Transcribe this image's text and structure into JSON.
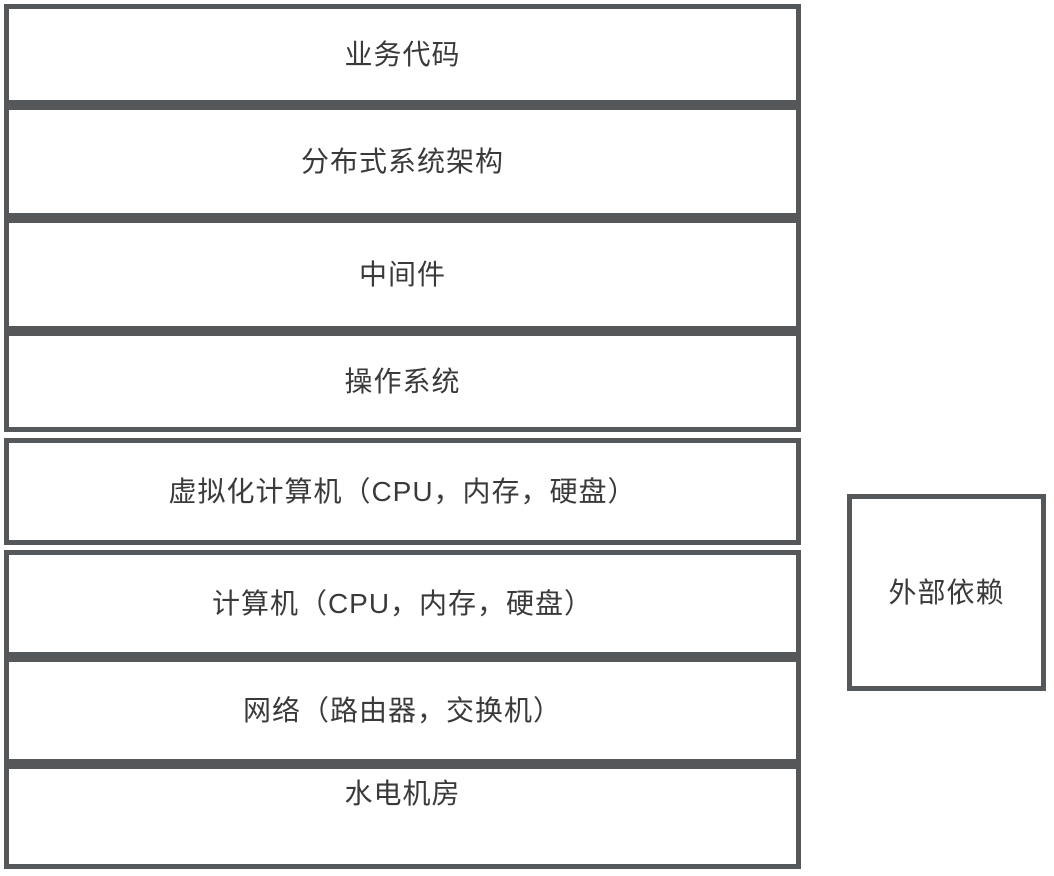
{
  "diagram": {
    "layers": [
      {
        "label": "业务代码"
      },
      {
        "label": "分布式系统架构"
      },
      {
        "label": "中间件"
      },
      {
        "label": "操作系统"
      },
      {
        "label": "虚拟化计算机（CPU，内存，硬盘）"
      },
      {
        "label": "计算机（CPU，内存，硬盘）"
      },
      {
        "label": "网络（路由器，交换机）"
      },
      {
        "label": "水电机房"
      }
    ],
    "external": {
      "label": "外部依赖"
    },
    "colors": {
      "border": "#55585a",
      "text": "#3a3a3a",
      "background": "#ffffff"
    }
  }
}
